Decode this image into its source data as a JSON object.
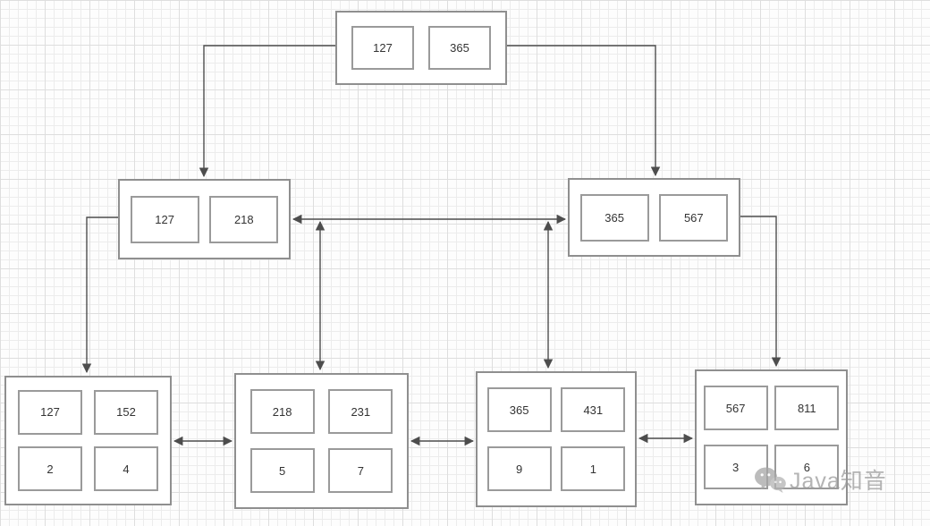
{
  "diagram": {
    "type": "b-plus-tree",
    "root": {
      "keys": [
        "127",
        "365"
      ]
    },
    "internal": [
      {
        "keys": [
          "127",
          "218"
        ]
      },
      {
        "keys": [
          "365",
          "567"
        ]
      }
    ],
    "leaves": [
      {
        "keys": [
          "127",
          "152"
        ],
        "values": [
          "2",
          "4"
        ]
      },
      {
        "keys": [
          "218",
          "231"
        ],
        "values": [
          "5",
          "7"
        ]
      },
      {
        "keys": [
          "365",
          "431"
        ],
        "values": [
          "9",
          "1"
        ]
      },
      {
        "keys": [
          "567",
          "811"
        ],
        "values": [
          "3",
          "6"
        ]
      }
    ],
    "colors": {
      "connector": "#4d4d4d",
      "node_border": "#8f8f8f",
      "cell_border": "#9a9a9a"
    },
    "watermark": {
      "label": "Java知音"
    }
  }
}
